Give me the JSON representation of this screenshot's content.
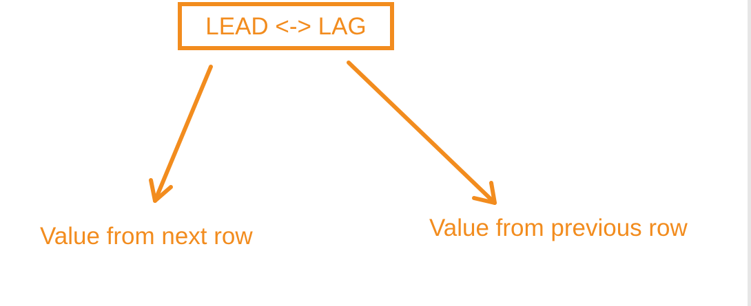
{
  "diagram": {
    "title": "LEAD <-> LAG",
    "left_label": "Value from next row",
    "right_label": "Value from previous row",
    "accent_color": "#f28c1e"
  }
}
